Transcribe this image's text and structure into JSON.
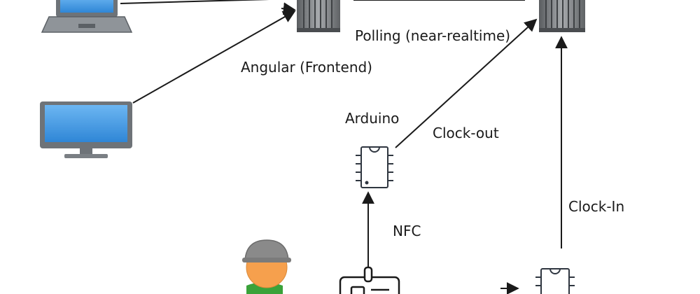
{
  "diagram": {
    "labels": {
      "polling": "Polling (near-realtime)",
      "angular": "Angular (Frontend)",
      "arduino": "Arduino",
      "clock_out": "Clock-out",
      "nfc": "NFC",
      "clock_in": "Clock-In"
    },
    "nodes": [
      {
        "id": "laptop",
        "kind": "laptop-icon"
      },
      {
        "id": "monitor",
        "kind": "monitor-icon"
      },
      {
        "id": "frontend-server",
        "kind": "server-icon"
      },
      {
        "id": "backend-server",
        "kind": "server-icon"
      },
      {
        "id": "arduino-chip",
        "kind": "chip-icon"
      },
      {
        "id": "clock-in-chip",
        "kind": "chip-icon"
      },
      {
        "id": "worker",
        "kind": "worker-icon"
      },
      {
        "id": "id-badge",
        "kind": "id-badge-icon"
      }
    ],
    "edges": [
      {
        "from": "laptop",
        "to": "frontend-server"
      },
      {
        "from": "monitor",
        "to": "frontend-server"
      },
      {
        "from": "frontend-server",
        "to": "backend-server"
      },
      {
        "from": "arduino-chip",
        "to": "backend-server",
        "label": "Clock-out"
      },
      {
        "from": "id-badge",
        "to": "arduino-chip",
        "label": "NFC"
      },
      {
        "from": "clock-in-chip",
        "to": "backend-server",
        "label": "Clock-In"
      },
      {
        "from": "id-badge",
        "to": "clock-in-chip"
      }
    ],
    "colors": {
      "screen": "#3b93e0",
      "device_frame": "#6e7378",
      "server_body": "#8c8f92",
      "server_dark": "#4a4d50",
      "line": "#1a1a1a",
      "chip": "#2f3640",
      "skin": "#f6a04d",
      "helmet": "#8a8a8a",
      "shirt": "#3aa23a"
    }
  }
}
